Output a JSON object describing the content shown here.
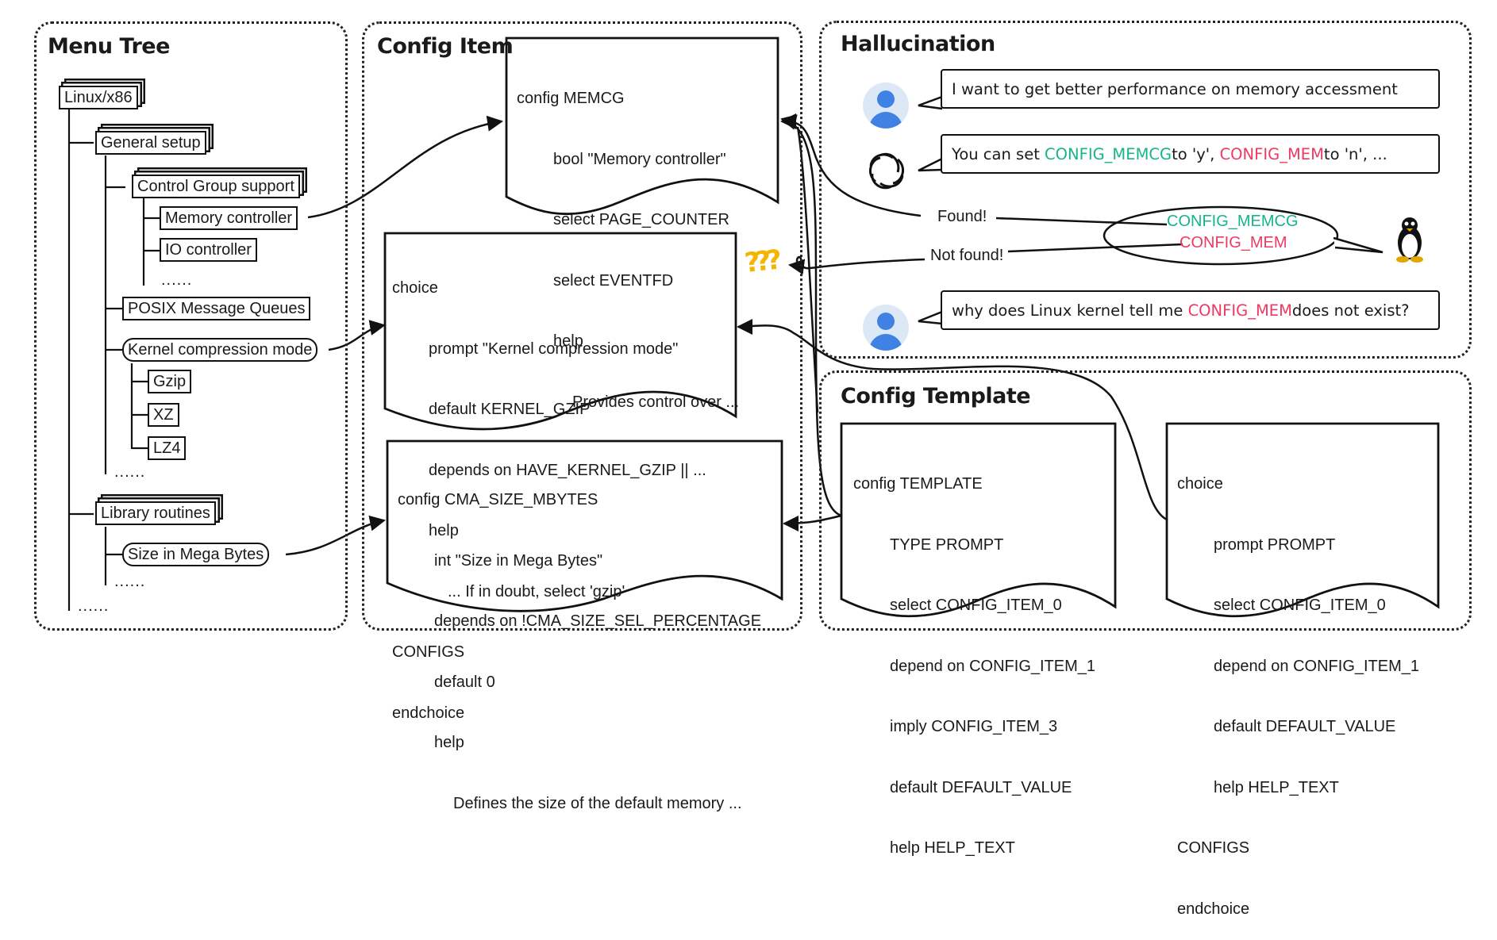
{
  "panels": {
    "menu_tree": "Menu Tree",
    "config_item": "Config Item",
    "hallucination": "Hallucination",
    "config_template": "Config Template"
  },
  "tree": {
    "root": "Linux/x86",
    "general_setup": "General setup",
    "control_group": "Control Group support",
    "memory_controller": "Memory controller",
    "io_controller": "IO controller",
    "ellipsis_6": "......",
    "posix": "POSIX Message Queues",
    "kernel_compression": "Kernel compression mode",
    "gzip": "Gzip",
    "xz": "XZ",
    "lz4": "LZ4",
    "ellipsis_a": "......",
    "library": "Library routines",
    "size_mb": "Size in Mega Bytes",
    "ellipsis_b": "......",
    "ellipsis_c": "......"
  },
  "config_item": {
    "memcg": [
      "config MEMCG",
      "bool \"Memory controller\"",
      "select PAGE_COUNTER",
      "select EVENTFD",
      "help",
      "Provides control over ..."
    ],
    "choice": [
      "choice",
      "prompt \"Kernel compression mode\"",
      "default KERNEL_GZIP",
      "depends on HAVE_KERNEL_GZIP || ...",
      "help",
      "... If in doubt, select 'gzip'",
      "CONFIGS",
      "endchoice"
    ],
    "cma": [
      "config CMA_SIZE_MBYTES",
      "int \"Size in Mega Bytes\"",
      "depends on !CMA_SIZE_SEL_PERCENTAGE",
      "default 0",
      "help",
      "Defines the size of the default memory ..."
    ]
  },
  "hallucination": {
    "user1": "I want to get better performance on memory accessment",
    "gpt_prefix": "You can set ",
    "gpt_cfg1": "CONFIG_MEMCG",
    "gpt_mid1": " to 'y', ",
    "gpt_cfg2": "CONFIG_MEM",
    "gpt_mid2": " to 'n', ...",
    "ell_memcg": "CONFIG_MEMCG",
    "ell_mem": "CONFIG_MEM",
    "found": "Found!",
    "not_found": "Not found!",
    "user2_prefix": "why does Linux kernel tell me ",
    "user2_cfg": "CONFIG_MEM",
    "user2_suffix": " does not exist?",
    "question_marks": "???"
  },
  "template": {
    "config": [
      "config TEMPLATE",
      "TYPE PROMPT",
      "select CONFIG_ITEM_0",
      "depend on CONFIG_ITEM_1",
      "imply CONFIG_ITEM_3",
      "default DEFAULT_VALUE",
      "help HELP_TEXT"
    ],
    "choice": [
      "choice",
      "prompt PROMPT",
      "select CONFIG_ITEM_0",
      "depend on CONFIG_ITEM_1",
      "default DEFAULT_VALUE",
      "help HELP_TEXT",
      "CONFIGS",
      "endchoice"
    ]
  },
  "icons": [
    "user-avatar-icon",
    "chatgpt-logo-icon",
    "tux-penguin-icon",
    "question-marks-icon"
  ],
  "colors": {
    "found_green": "#15b58a",
    "missing_red": "#ee3a62",
    "avatar_blue": "#3f82e4"
  }
}
